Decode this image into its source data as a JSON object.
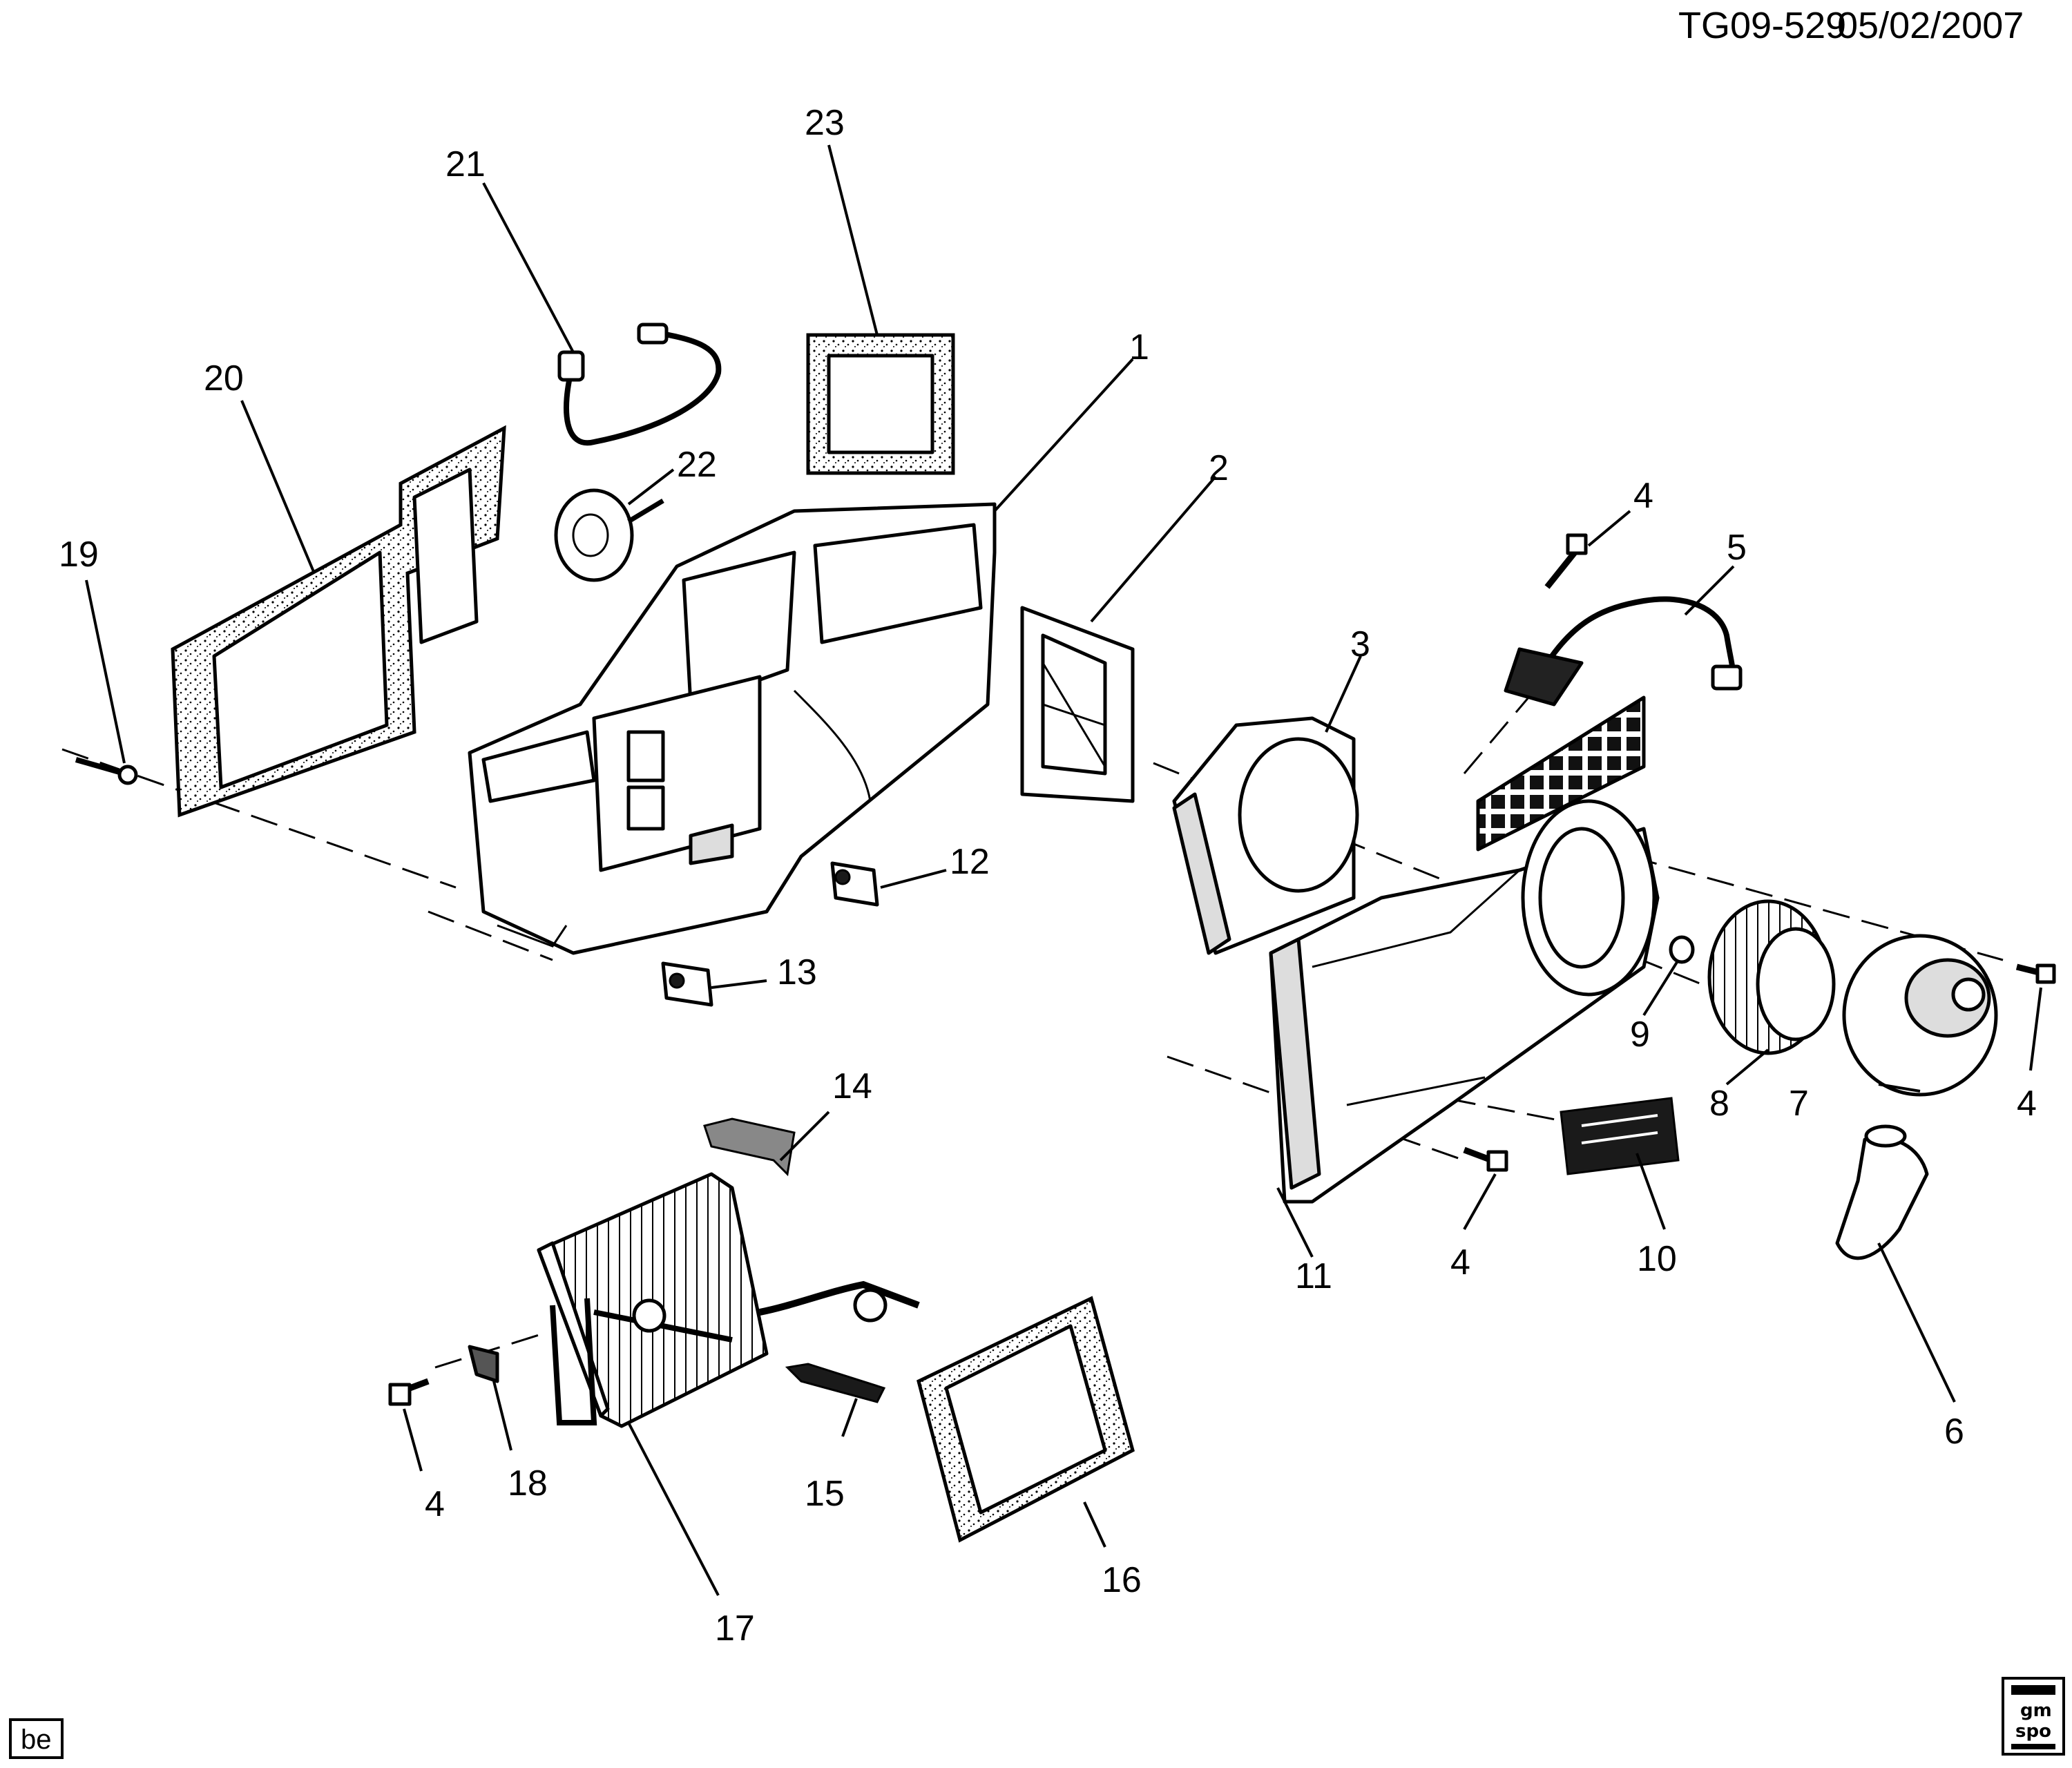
{
  "header": {
    "illustration_id": "TG09-529",
    "date": "05/02/2007"
  },
  "callouts": [
    "1",
    "2",
    "3",
    "4",
    "5",
    "6",
    "7",
    "8",
    "9",
    "10",
    "11",
    "12",
    "13",
    "14",
    "15",
    "16",
    "17",
    "18",
    "19",
    "20",
    "21",
    "22",
    "23"
  ],
  "footer": {
    "badge": "be"
  }
}
